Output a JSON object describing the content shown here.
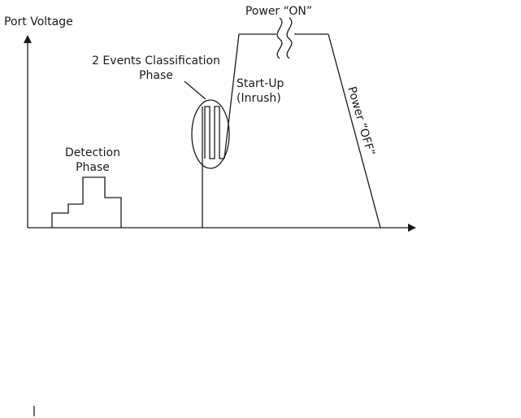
{
  "diagram": {
    "y_axis_label": "Port Voltage",
    "labels": {
      "detection_line1": "Detection",
      "detection_line2": "Phase",
      "classification_line1": "2 Events Classification",
      "classification_line2": "Phase",
      "startup_line1": "Start-Up",
      "startup_line2": "(Inrush)",
      "power_on": "Power “ON”",
      "power_off": "Power “OFF”"
    }
  },
  "colors": {
    "stroke": "#1a1a1a",
    "background": "#ffffff"
  }
}
